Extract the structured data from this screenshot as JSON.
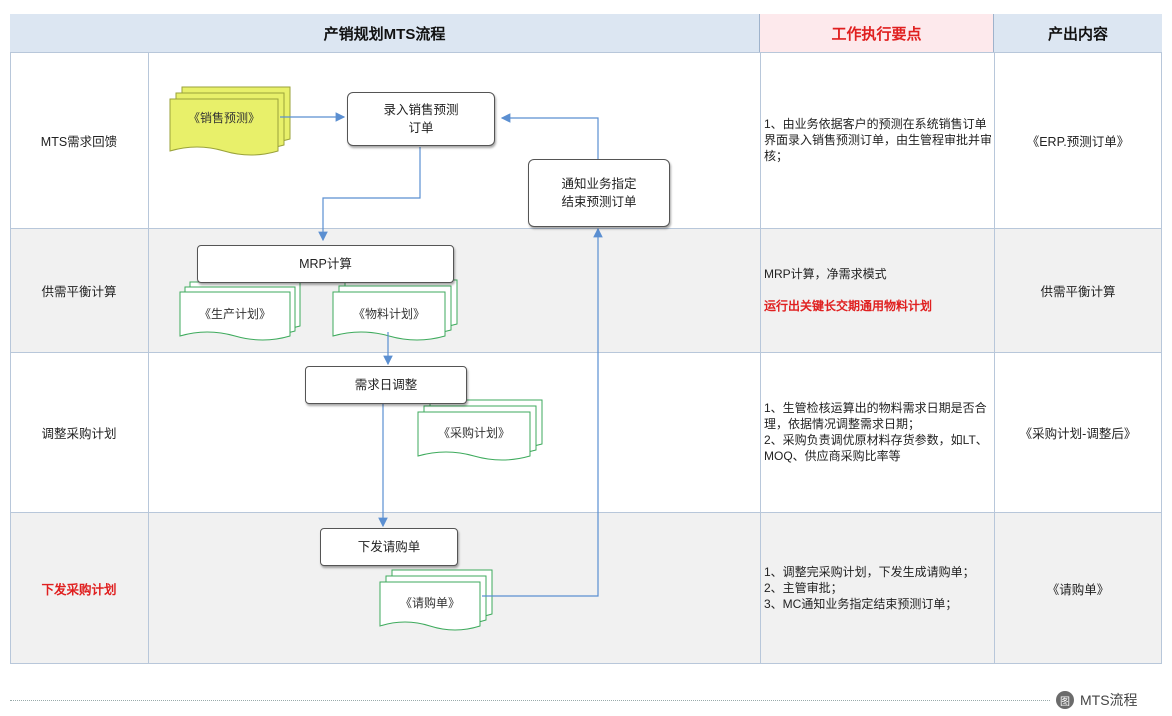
{
  "header": {
    "flow_title": "产销规划MTS流程",
    "points_title": "工作执行要点",
    "output_title": "产出内容"
  },
  "rows": [
    {
      "label": "MTS需求回馈",
      "label_red": false,
      "points": "1、由业务依据客户的预测在系统销售订单界面录入销售预测订单，由生管程审批并审核；",
      "points_red": "",
      "output": "《ERP.预测订单》"
    },
    {
      "label": "供需平衡计算",
      "label_red": false,
      "points": "MRP计算，净需求模式",
      "points_red": "运行出关键长交期通用物料计划",
      "output": "供需平衡计算"
    },
    {
      "label": "调整采购计划",
      "label_red": false,
      "points": "1、生管检核运算出的物料需求日期是否合理，依据情况调整需求日期；\n2、采购负责调优原材料存货参数，如LT、MOQ、供应商采购比率等",
      "points_red": "",
      "output": "《采购计划-调整后》"
    },
    {
      "label": "下发采购计划",
      "label_red": true,
      "points": "1、调整完采购计划，下发生成请购单；\n2、主管审批；\n3、MC通知业务指定结束预测订单；",
      "points_red": "",
      "output": "《请购单》"
    }
  ],
  "flow": {
    "doc_sales_forecast": "《销售预测》",
    "box_enter_order": "录入销售预测\n订单",
    "box_notify": "通知业务指定\n结束预测订单",
    "box_mrp": "MRP计算",
    "doc_production_plan": "《生产计划》",
    "doc_material_plan": "《物料计划》",
    "box_adjust_date": "需求日调整",
    "doc_purchase_plan": "《采购计划》",
    "box_issue_requisition": "下发请购单",
    "doc_requisition": "《请购单》"
  },
  "footer": {
    "badge_icon": "image-icon",
    "badge_glyph": "图",
    "caption": "MTS流程"
  },
  "colors": {
    "header_bg": "#dce6f2",
    "header_red_bg": "#fde9ec",
    "accent_red": "#e02020",
    "arrow_blue": "#5b8fd1",
    "doc_yellow": "#e8f06a",
    "doc_green_border": "#3daa5c"
  }
}
